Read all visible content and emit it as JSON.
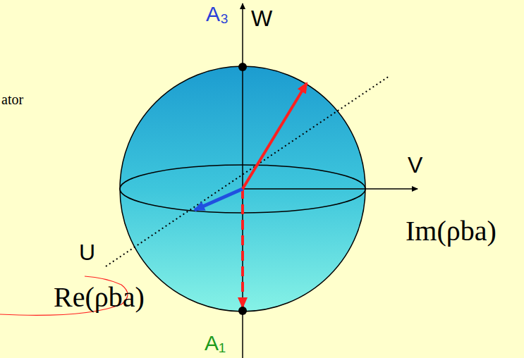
{
  "diagram": {
    "labels": [
      "ator",
      "A₃",
      "W",
      "V",
      "Im(ρba)",
      "U",
      "Re(ρba)",
      "A₁"
    ]
  }
}
